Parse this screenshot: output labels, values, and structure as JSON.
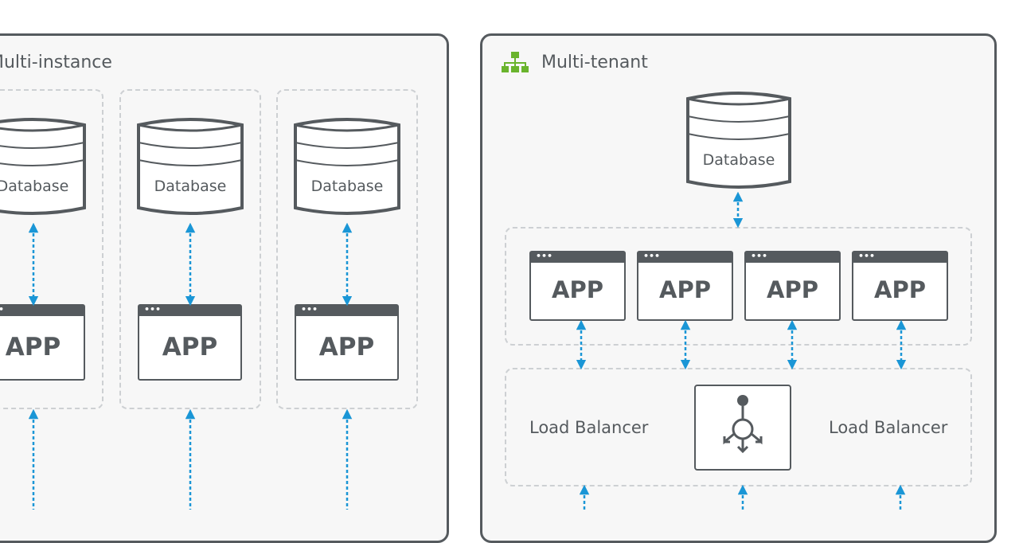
{
  "multi_instance": {
    "title": "Multi-instance",
    "columns": [
      {
        "database_label": "Database",
        "app_label": "APP"
      },
      {
        "database_label": "Database",
        "app_label": "APP"
      },
      {
        "database_label": "Database",
        "app_label": "APP"
      }
    ]
  },
  "multi_tenant": {
    "title": "Multi-tenant",
    "icon": "network-hierarchy-icon",
    "database_label": "Database",
    "apps": [
      {
        "label": "APP"
      },
      {
        "label": "APP"
      },
      {
        "label": "APP"
      },
      {
        "label": "APP"
      }
    ],
    "load_balancer": {
      "left_label": "Load Balancer",
      "right_label": "Load Balancer",
      "icon": "load-balancer-icon"
    }
  },
  "colors": {
    "stroke": "#555a5e",
    "arrow": "#1a96d6",
    "icon_green": "#6ab42d",
    "panel_bg": "#f7f7f7",
    "dash": "#cdd0d3"
  }
}
